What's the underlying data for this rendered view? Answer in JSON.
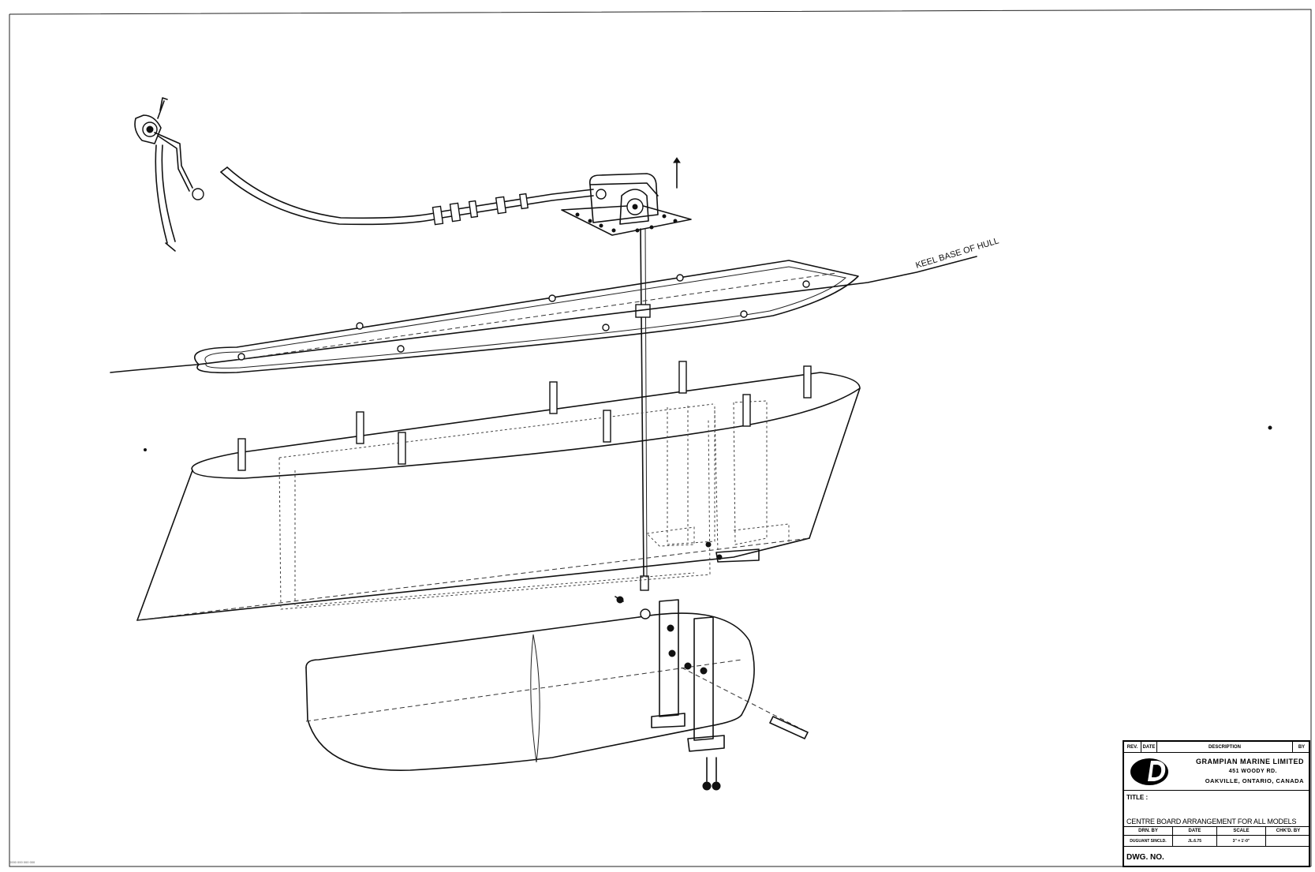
{
  "drawing": {
    "keel_label": "KEEL BASE OF HULL"
  },
  "title_block": {
    "rev_header": [
      "REV.",
      "DATE",
      "DESCRIPTION",
      "BY"
    ],
    "company": {
      "name": "GRAMPIAN MARINE LIMITED",
      "address": "451 WOODY RD.",
      "city": "OAKVILLE, ONTARIO, CANADA"
    },
    "title_label": "TITLE :",
    "title": "CENTRE BOARD ARRANGEMENT FOR ALL MODELS",
    "info_headers": [
      "DRN. BY",
      "DATE",
      "SCALE",
      "CHK'D. BY"
    ],
    "info_values": [
      "DUGUANT SINCLD.",
      "JL.6.75",
      "3\" = 1'-0\"",
      ""
    ],
    "dwg_no_label": "DWG. NO."
  },
  "footer": {
    "print_code": "0000 000 000 000"
  }
}
